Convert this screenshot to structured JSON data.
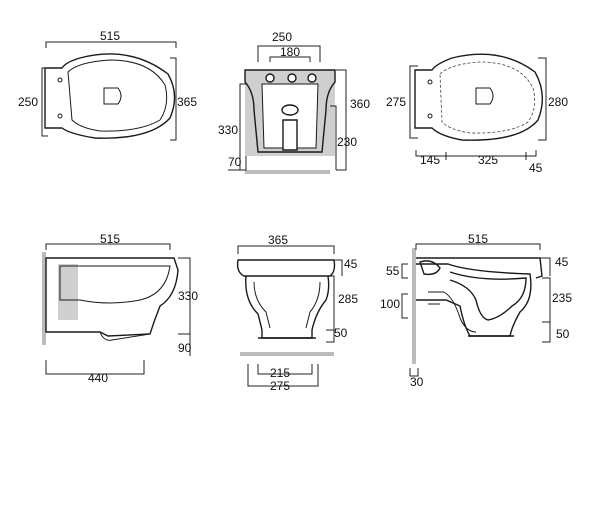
{
  "views": {
    "top_left": {
      "width": "515",
      "depth_left": "250",
      "depth_right": "365"
    },
    "front": {
      "outer": "250",
      "inner": "180",
      "height_total": "360",
      "height_left": "330",
      "height_right": "230",
      "offset": "70"
    },
    "top_right": {
      "depth_left": "275",
      "depth_right": "280",
      "seg_a": "145",
      "seg_b": "325",
      "seg_c": "45"
    },
    "side_left": {
      "width_top": "515",
      "height": "330",
      "base_h": "90",
      "width_bottom": "440"
    },
    "rear": {
      "width_top": "365",
      "rim": "45",
      "height": "285",
      "base": "50",
      "foot_inner": "215",
      "foot_outer": "275"
    },
    "section": {
      "width_top": "515",
      "rim": "45",
      "inlet": "55",
      "outlet_h": "100",
      "height": "235",
      "base": "50",
      "wall": "30"
    }
  }
}
